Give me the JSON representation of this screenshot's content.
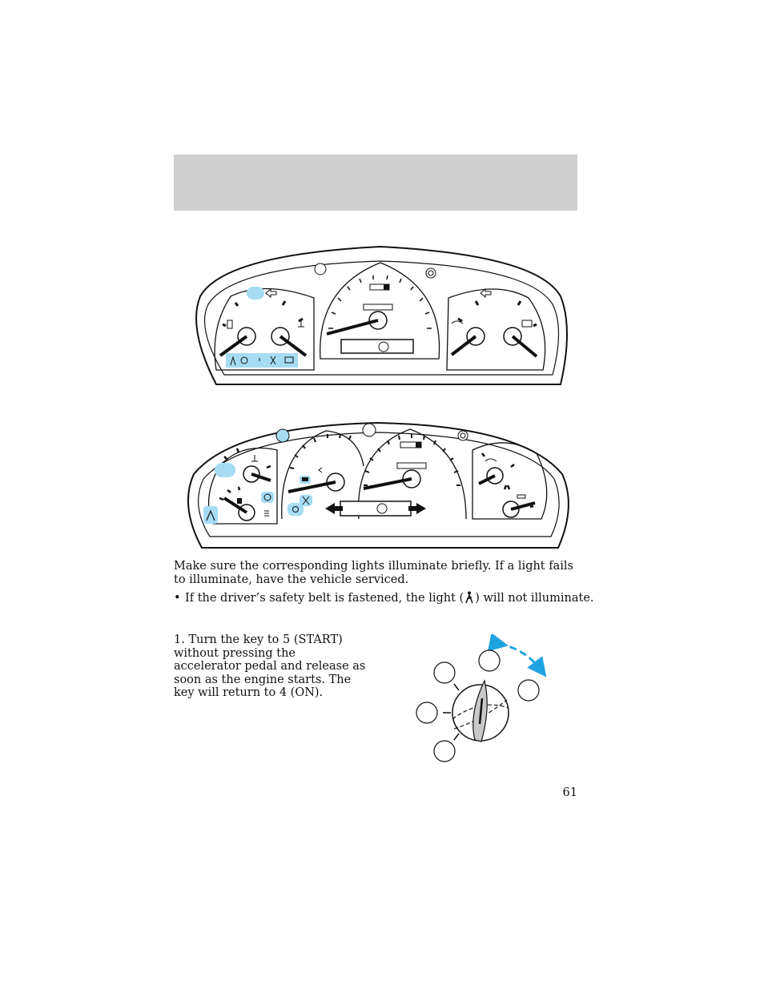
{
  "body": {
    "intro": "Make sure the corresponding lights illuminate briefly. If a light fails to illuminate, have the vehicle serviced.",
    "bullet_before": "If the driver’s safety belt is fastened, the light (",
    "bullet_after": ") will not illuminate."
  },
  "step1": "1. Turn the key to 5 (START) without pressing the accelerator pedal and release as soon as the engine starts. The key will return to 4 (ON).",
  "page_number": "61",
  "icons": {
    "cluster1": [
      "fuel-icon",
      "coolant-temp-icon",
      "fog-lamp-icon",
      "turn-signal-icon",
      "oil-pressure-icon",
      "battery-icon",
      "safety-belt-icon",
      "brake-icon",
      "airbag-icon"
    ],
    "cluster2": [
      "coolant-temp-icon",
      "fuel-icon",
      "safety-belt-icon",
      "brake-icon",
      "headlamp-icon",
      "battery-icon",
      "airbag-icon",
      "oil-pressure-icon"
    ],
    "ignition": [
      "ignition-key-icon",
      "rotation-arrow-icon"
    ]
  },
  "colors": {
    "highlight": "#a5dcf4",
    "arrow": "#1fa3e0",
    "band": "#cfcfcf"
  }
}
